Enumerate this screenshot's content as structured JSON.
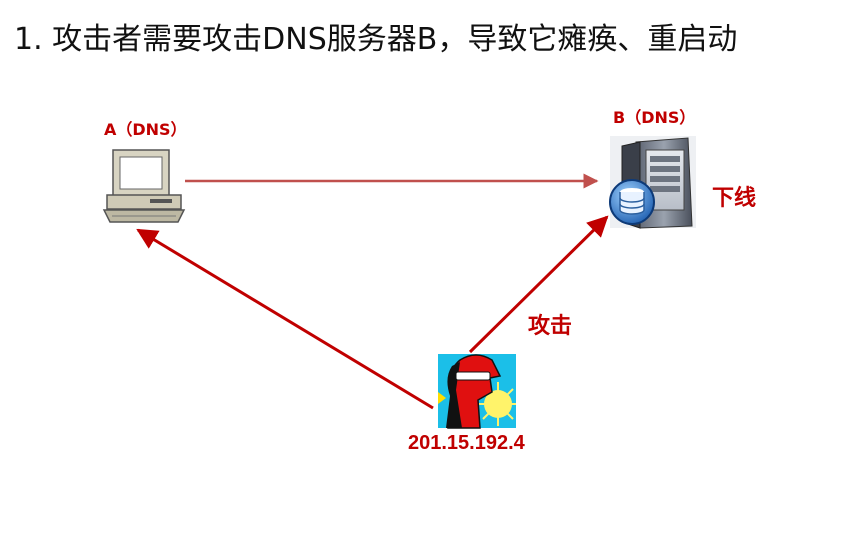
{
  "title": "1.  攻击者需要攻击DNS服务器B，导致它瘫痪、重启动",
  "nodes": {
    "a": {
      "label": "A（DNS）",
      "icon": "desktop-computer-icon"
    },
    "b": {
      "label": "B（DNS）",
      "icon": "server-database-icon",
      "status": "下线"
    },
    "attacker": {
      "label": "201.15.192.4",
      "icon": "hacker-icon"
    }
  },
  "edges": {
    "attack": {
      "label": "攻击"
    }
  },
  "colors": {
    "accent": "#c00000",
    "line_soft": "#c0504d"
  }
}
